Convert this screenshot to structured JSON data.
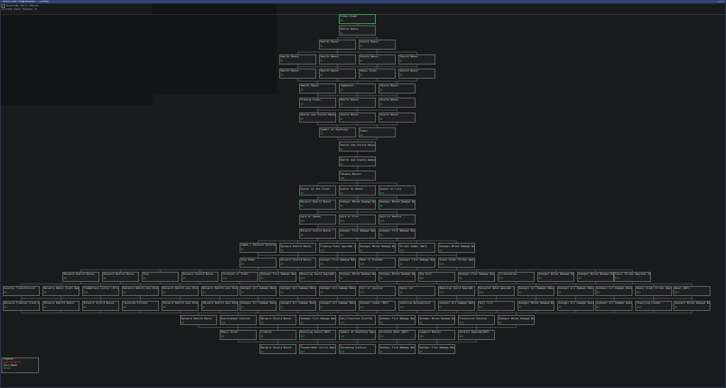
{
  "window": {
    "title": "SkillTree Progression - [View]",
    "controls": "— □ ✕"
  },
  "panel": {
    "override_label": "Override Skill Points",
    "points_label": "Current Skill Points: 0"
  },
  "legend": {
    "title": "Legend:",
    "tag": "REQ PRIORITY",
    "name": "SkillName",
    "cost": "$Cost"
  },
  "tree": {
    "rows": [
      {
        "x": [
          478
        ],
        "n": [
          "Grand Slash"
        ],
        "c": [
          "$5"
        ]
      },
      {
        "x": [
          478
        ],
        "n": [
          "Health Bonus"
        ],
        "c": [
          "$1"
        ],
        "t": [
          "D"
        ]
      },
      {
        "x": [
          450,
          506
        ],
        "n": [
          "Health Bonus",
          "Shield Bonus"
        ],
        "c": [
          "$1",
          "$1"
        ]
      },
      {
        "x": [
          394,
          450,
          506,
          562
        ],
        "n": [
          "Health Bonus",
          "Health Bonus",
          "Shield Bonus",
          "Shield Bonus"
        ],
        "c": [
          "$1",
          "$1",
          "$1",
          "$1"
        ]
      },
      {
        "x": [
          394,
          450,
          506,
          562
        ],
        "n": [
          "Health Bonus",
          "Health Bonus",
          "Heavy Slash",
          "Shield Bonus"
        ],
        "c": [
          "$1",
          "$1",
          "$3",
          "$1"
        ]
      },
      {
        "x": [
          422,
          478,
          534
        ],
        "n": [
          "Health Bonus",
          "Judgement",
          "Shield Bonus"
        ],
        "c": [
          "$2",
          "$3",
          "$2"
        ]
      },
      {
        "x": [
          422,
          478,
          534
        ],
        "n": [
          "Flaming Slash",
          "Health Bonus",
          "Shield Bonus"
        ],
        "c": [
          "$4",
          "$2",
          "$2"
        ]
      },
      {
        "x": [
          422,
          478,
          534
        ],
        "n": [
          "Health and Shield Bonus",
          "Shield Bonus",
          "Shield Bonus"
        ],
        "c": [
          "$2",
          "$2",
          "$2"
        ]
      },
      {
        "x": [
          450,
          506
        ],
        "n": [
          "Symbol of Soothing",
          "Taunt"
        ],
        "c": [
          "$3",
          "$4"
        ],
        "t": [
          "",
          "D"
        ]
      },
      {
        "x": [
          478
        ],
        "n": [
          "Health and Shield Bonus"
        ],
        "c": [
          "$4"
        ],
        "t": [
          "D"
        ]
      },
      {
        "x": [
          478
        ],
        "n": [
          "Health and Shield Bonus"
        ],
        "c": [
          "$4"
        ],
        "t": [
          "D"
        ]
      },
      {
        "x": [
          478
        ],
        "n": [
          "Paladin Master"
        ],
        "c": [
          "$80"
        ],
        "t": [
          "D"
        ]
      },
      {
        "x": [
          422,
          478,
          534
        ],
        "n": [
          "Avatar of the Titan",
          "Avatar of Death",
          "Avatar of Life"
        ],
        "c": [
          "$5",
          "$5",
          "$10"
        ],
        "t": [
          "D",
          "D",
          "D"
        ]
      },
      {
        "x": [
          422,
          478,
          534
        ],
        "n": [
          "Bulwark Health Bonus",
          "Avenger Melee Damage Bonus",
          "Avenger Melee Damage Bonus"
        ],
        "c": [
          "$5",
          "$5",
          "$5"
        ]
      },
      {
        "x": [
          422,
          478,
          534
        ],
        "n": [
          "Aura of Speed",
          "Aura of Fire",
          "Aura of Health"
        ],
        "c": [
          "$10",
          "$13",
          "$15"
        ]
      },
      {
        "x": [
          422,
          478,
          534
        ],
        "n": [
          "Bulwark Shield Bonus",
          "Avenger Fire Damage Bonus",
          "Avenger Fire Damage Bonus"
        ],
        "c": [
          "$5",
          "$5",
          "$5"
        ]
      },
      {
        "x": [
          338,
          394,
          450,
          506,
          562,
          618
        ],
        "n": [
          "Combo + Restore Shields",
          "Bulwark Health Bonus",
          "Flaming Slash Upgrade (NOT)",
          "Avenger Melee Damage Bonus",
          "Strike Combo (NOT)",
          "Avenger Melee Damage Bonus"
        ],
        "c": [
          "$5",
          "$5",
          "$15",
          "$5",
          "$10",
          "$5"
        ],
        "t": [
          "",
          "D",
          "D",
          "D",
          "D",
          "D"
        ]
      },
      {
        "x": [
          338,
          394,
          450,
          506,
          562,
          618
        ],
        "n": [
          "Stay Down",
          "Bulwark Shield Bonus",
          "Avenger Fire Damage Bonus",
          "Make It Grander",
          "Avenger Fire Damage Bonus",
          "Grand Slash Strike Upgrade (NOT)"
        ],
        "c": [
          "$5",
          "$5",
          "$5",
          "$20",
          "$5",
          "$20"
        ]
      },
      {
        "x": [
          88,
          144,
          200,
          256,
          312,
          366,
          422,
          478,
          534,
          590,
          646,
          702,
          758,
          814,
          866
        ],
        "n": [
          "Bulwark Health Bonus",
          "Bulwark Health Bonus",
          "Stay",
          "Bulwark Shield Bonus",
          "Strength of Steel",
          "Avenger Fire Damage Bonus",
          "Bouncing Sword Upgrade (NOT)",
          "Avenger Melee Damage Bonus",
          "Avenger Melee Damage Bonus",
          "Big Hurt",
          "Avenger Fire Damage Bonus",
          "Illumination",
          "Avenger Melee Damage Bonus",
          "Avenger Melee Damage Bonus",
          "Taunt Strike Upgrade (NOT)"
        ],
        "c": [
          "$5",
          "$5",
          "$5",
          "$5",
          "$10",
          "$5",
          "$10",
          "$5",
          "$5",
          "$14",
          "$5",
          "$13",
          "$5",
          "$5",
          "$15"
        ]
      },
      {
        "x": [
          4,
          60,
          116,
          172,
          228,
          284,
          338,
          394,
          450,
          506,
          562,
          618,
          674,
          730,
          786,
          840,
          896,
          950
        ],
        "n": [
          "Kinetic Transference",
          "Bulwark Heavy Slash Upgrade (NOT)",
          "Flamebrace Circle (Ultimate)",
          "Bulwark Health and Shield Bonus",
          "Bulwark Health and Shield Bonus",
          "Bulwark Health and Shield Bonus",
          "Avenger All Damage Bonus",
          "Avenger All Damage Bonus",
          "Avenger All Damage Bonus",
          "Call of Justice",
          "Heavy Cut",
          "Bouncing Sword Upgrade (NOT)",
          "Ricochet Wave Upgrade (NOT)",
          "Avenger All Damage Bonus",
          "Avenger All Damage Bonus",
          "Avenger All Damage Bonus",
          "Heavy Slash Strike Upgrade (NOT)",
          "Wave (NOT)"
        ],
        "c": [
          "$5",
          "$5",
          "$10",
          "$5",
          "$5",
          "$5",
          "$5",
          "$5",
          "$5",
          "$13",
          "$8",
          "$10",
          "$10",
          "$5",
          "$5",
          "$5",
          "$15",
          "$15"
        ]
      },
      {
        "x": [
          4,
          60,
          116,
          172,
          228,
          284,
          338,
          394,
          450,
          506,
          562,
          618,
          674,
          730,
          786,
          840,
          896,
          950
        ],
        "n": [
          "Bulwark Flaming Slash Upgrade",
          "Bulwark Health Bonus",
          "Bulwark Shield Bonus",
          "Touching Strikes",
          "Bulwark Health and Shield Bonus",
          "Bulwark Health and Shield Bonus",
          "Avenger All Damage Bonus",
          "Avenger All Damage Bonus",
          "Avenger All Damage Bonus",
          "Avenger Combo (NOT)",
          "Leeching Detonations",
          "Avenger All Damage Bonus",
          "Holy Fire",
          "Avenger Melee Damage Bonus",
          "Avenger All Damage Bonus",
          "Avenger All Damage Bonus",
          "Inspiring Leader",
          "Avenger Melee Damage Bonus"
        ],
        "c": [
          "$5",
          "$5",
          "$5",
          "$8",
          "$5",
          "$7",
          "$7",
          "$7",
          "$7",
          "$15",
          "$10",
          "$7",
          "$12",
          "$7",
          "$7",
          "$7",
          "$10",
          "$7"
        ]
      },
      {
        "x": [
          254,
          310,
          366,
          422,
          478,
          534,
          590,
          646,
          702
        ],
        "n": [
          "Bulwark Health Bonus",
          "Overcharged Shields",
          "Bulwark Shield Bonus",
          "Avenger Fire Damage Bonus",
          "Anti-Positive Shields",
          "Avenger Fire Damage Bonus",
          "Avenger Melee Damage Bonus",
          "Protective Shields",
          "Avenger Melee Damage Bonus"
        ],
        "c": [
          "$5",
          "$10",
          "$5",
          "$5",
          "$10",
          "$5",
          "$5",
          "$10",
          "$5"
        ],
        "t": [
          "D",
          "D",
          "D",
          "D",
          "D",
          "D",
          "D",
          "D",
          "D"
        ]
      },
      {
        "x": [
          310,
          366,
          422,
          478,
          534,
          590,
          646
        ],
        "n": [
          "Magic Slash",
          "Cleanse",
          "Bouncing Sword (NOT)",
          "Symbol of Soothing Upgrade (NOT)",
          "Ricochet Wave (NOT)",
          "Support Master",
          "Verdict Upgrade(NOT)"
        ],
        "c": [
          "$8",
          "$5",
          "$12",
          "$10",
          "$12",
          "$10",
          "$12"
        ]
      },
      {
        "x": [
          366,
          422,
          478,
          534,
          590
        ],
        "n": [
          "Bulwark Shield Bonus",
          "Thunderdome Circle Upgrade (NOT)",
          "Spreading Justice",
          "Avenger Fire Damage Bonus",
          "Avenger Fire Damage Bonus"
        ],
        "c": [
          "$5",
          "$15",
          "$15",
          "$5",
          "$5"
        ],
        "t": [
          "D",
          "D",
          "D",
          "D",
          "D"
        ]
      }
    ]
  }
}
